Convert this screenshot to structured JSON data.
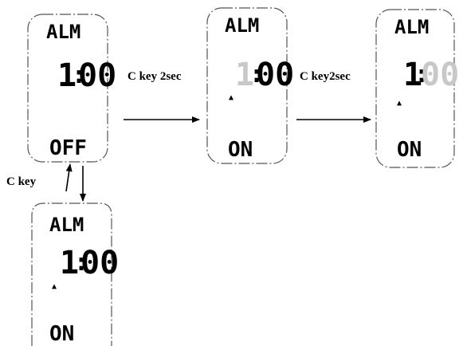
{
  "colors": {
    "digit": "#000000",
    "dim_digit": "#c8c8c8",
    "border": "#555555",
    "arrow": "#000000"
  },
  "screens": [
    {
      "id": "off",
      "mode_label": "ALM",
      "hour": "1",
      "colon": ":",
      "minutes": "00",
      "status": "OFF",
      "bell": false,
      "highlight": "none"
    },
    {
      "id": "on-hour-blink",
      "mode_label": "ALM",
      "hour": "1",
      "colon": ":",
      "minutes": "00",
      "status": "ON",
      "bell": true,
      "highlight": "hour"
    },
    {
      "id": "on-minute-blink",
      "mode_label": "ALM",
      "hour": "1",
      "colon": ":",
      "minutes": "00",
      "status": "ON",
      "bell": true,
      "highlight": "minutes"
    },
    {
      "id": "on",
      "mode_label": "ALM",
      "hour": "1",
      "colon": ":",
      "minutes": "00",
      "status": "ON",
      "bell": true,
      "highlight": "none"
    }
  ],
  "transitions": [
    {
      "label": "C key 2sec",
      "from": "off",
      "to": "on-hour-blink"
    },
    {
      "label": "C key2sec",
      "from": "on-hour-blink",
      "to": "on-minute-blink"
    },
    {
      "label": "C key",
      "from": "off",
      "to": "on",
      "bidirectional": true
    }
  ]
}
